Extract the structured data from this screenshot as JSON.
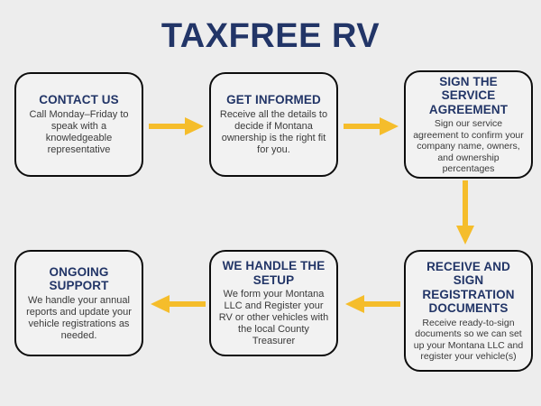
{
  "page": {
    "background_color": "#ededed",
    "navy": "#223567",
    "gold": "#f5bd2b",
    "border_color": "#0d0d0d",
    "body_text_color": "#3a3a3a"
  },
  "header": {
    "title": "TAXFREE RV"
  },
  "flow": {
    "steps": [
      {
        "id": "contact-us",
        "title": "CONTACT US",
        "body": "Call Monday–Friday to speak with a knowledgeable representative"
      },
      {
        "id": "get-informed",
        "title": "GET INFORMED",
        "body": "Receive all the details to decide if Montana ownership is the right fit for you."
      },
      {
        "id": "sign-the-service-agreement",
        "title": "SIGN THE SERVICE AGREEMENT",
        "body": "Sign our service agreement to confirm your company name, owners, and ownership percentages"
      },
      {
        "id": "receive-and-sign-registration-documents",
        "title": "RECEIVE AND SIGN REGISTRATION DOCUMENTS",
        "body": "Receive ready-to-sign documents so we can set up your Montana LLC and register your vehicle(s)"
      },
      {
        "id": "we-handle-the-setup",
        "title": "WE HANDLE THE SETUP",
        "body": "We form your Montana LLC and Register your RV or other vehicles with the local County Treasurer"
      },
      {
        "id": "ongoing-support",
        "title": "ONGOING SUPPORT",
        "body": "We handle your annual reports and update your vehicle registrations as needed."
      }
    ],
    "connectors": [
      {
        "id": "contact-us-to-get-informed",
        "direction": "right"
      },
      {
        "id": "get-informed-to-sign-agreement",
        "direction": "right"
      },
      {
        "id": "sign-agreement-to-registration-documents",
        "direction": "down"
      },
      {
        "id": "registration-documents-to-setup",
        "direction": "left"
      },
      {
        "id": "setup-to-ongoing-support",
        "direction": "left"
      }
    ]
  }
}
